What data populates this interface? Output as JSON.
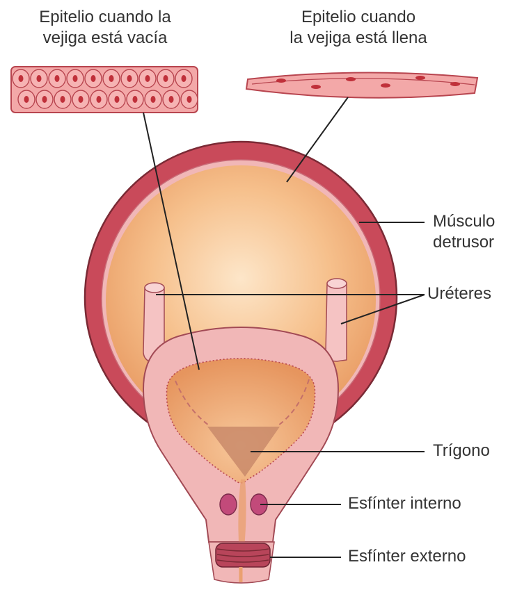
{
  "labels": {
    "empty_epithelium_line1": "Epitelio cuando la",
    "empty_epithelium_line2": "vejiga está vacía",
    "full_epithelium_line1": "Epitelio cuando",
    "full_epithelium_line2": "la vejiga está llena",
    "detrusor_line1": "Músculo",
    "detrusor_line2": "detrusor",
    "ureters": "Uréteres",
    "trigone": "Trígono",
    "internal_sphincter": "Esfínter interno",
    "external_sphincter": "Esfínter externo"
  },
  "colors": {
    "muscle_wall": "#c94a5a",
    "muscle_outline": "#7a2a35",
    "lumen_light": "#fbe0c0",
    "lumen_dark": "#e8a06a",
    "mucosa_pink": "#f1b7b7",
    "trigone": "#c98a6a",
    "sphincter": "#c24a7a",
    "cell_fill": "#f4a6a6",
    "cell_nucleus": "#c0303a",
    "leader_line": "#222222",
    "text": "#333333"
  }
}
